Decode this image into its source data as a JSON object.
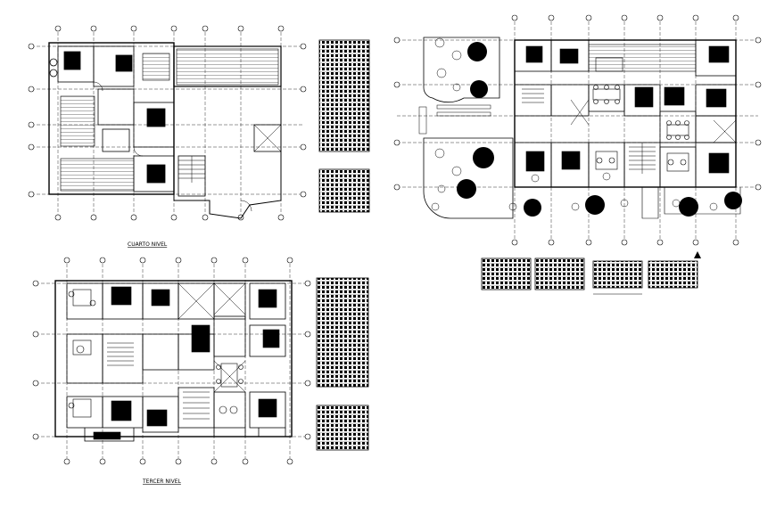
{
  "drawing": {
    "title_top_left": "CUARTO NIVEL",
    "title_bottom_left": "TERCER NIVEL",
    "line_color": "#000000",
    "background": "#ffffff"
  },
  "schedules": {
    "top_left_tables": 2,
    "bottom_left_tables": 2,
    "right_tables": 4
  }
}
